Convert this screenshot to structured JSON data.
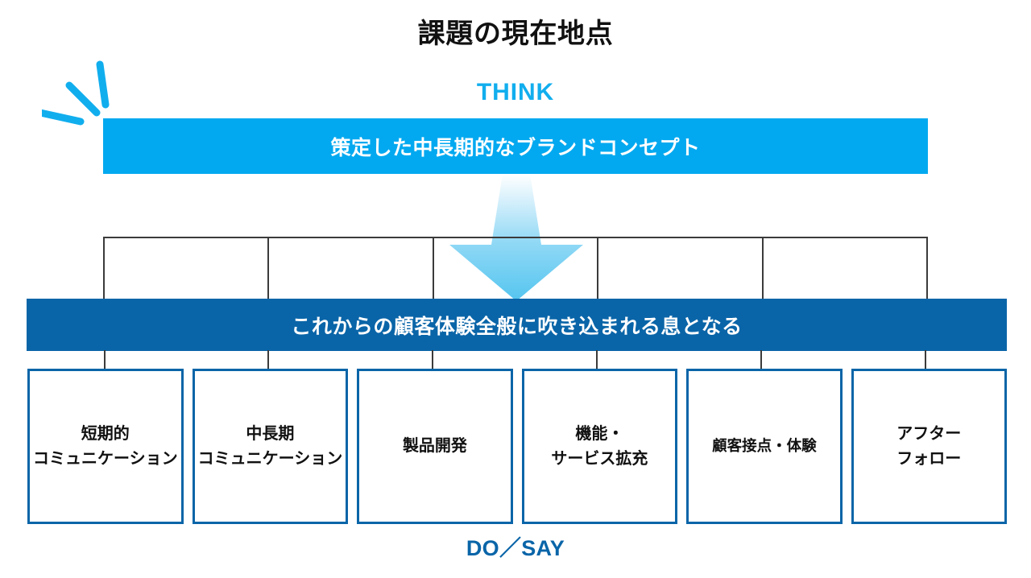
{
  "title": "課題の現在地点",
  "top_label": "THINK",
  "bottom_label": "DO／SAY",
  "colors": {
    "think_cyan": "#03A9F0",
    "think_text_cyan": "#11AEEE",
    "do_blue": "#0A65A8",
    "arrow_light": "#7FD4F4",
    "line_gray": "#3b3b3b",
    "title_black": "#111111",
    "background": "#ffffff"
  },
  "banners": {
    "think": "策定した中長期的なブランドコンセプト",
    "do": "これからの顧客体験全般に吹き込まれる息となる"
  },
  "boxes": [
    {
      "line1": "短期的",
      "line2": "コミュニケーション"
    },
    {
      "line1": "中長期",
      "line2": "コミュニケーション"
    },
    {
      "line1": "製品開発",
      "line2": ""
    },
    {
      "line1": "機能・",
      "line2": "サービス拡充"
    },
    {
      "line1": "顧客接点・体験",
      "line2": ""
    },
    {
      "line1": "アフター",
      "line2": "フォロー"
    }
  ],
  "decorations": {
    "sparkle": "sparkle-lines",
    "arrow": "down-arrow"
  }
}
